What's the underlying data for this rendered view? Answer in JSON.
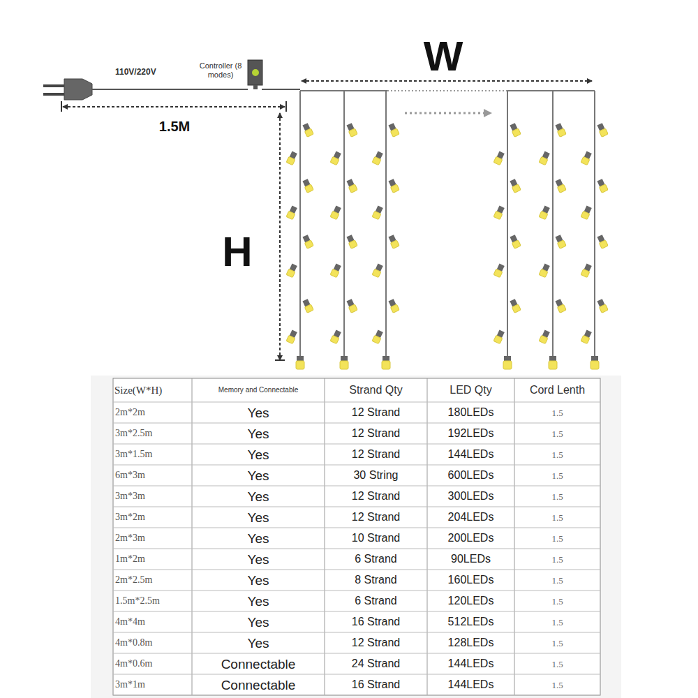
{
  "diagram": {
    "labels": [
      "110V/220V",
      "Controller (8 modes)",
      "W",
      "1.5M",
      "H",
      "Size(W*H)",
      "Memory and Connectable",
      "Strand Qty",
      "LED Qty",
      "Cord Lenth",
      "2m*2m",
      "Yes",
      "12 Strand",
      "180LEDs",
      "1.5",
      "3m*2.5m",
      "Yes",
      "12 Strand",
      "192LEDs",
      "1.5",
      "3m*1.5m",
      "Yes",
      "12 Strand",
      "144LEDs",
      "1.5",
      "6m*3m",
      "Yes",
      "30 String",
      "600LEDs",
      "1.5",
      "3m*3m",
      "Yes",
      "12 Strand",
      "300LEDs",
      "1.5",
      "3m*2m",
      "Yes",
      "12 Strand",
      "204LEDs",
      "1.5",
      "2m*3m",
      "Yes",
      "10 Strand",
      "200LEDs",
      "1.5",
      "1m*2m",
      "Yes",
      "6 Strand",
      "90LEDs",
      "1.5",
      "2m*2.5m",
      "Yes",
      "8 Strand",
      "160LEDs",
      "1.5",
      "1.5m*2.5m",
      "Yes",
      "6 Strand",
      "120LEDs",
      "1.5",
      "4m*4m",
      "Yes",
      "16 Strand",
      "512LEDs",
      "1.5",
      "4m*0.8m",
      "Yes",
      "12 Strand",
      "128LEDs",
      "1.5",
      "4m*0.6m",
      "Connectable",
      "24 Strand",
      "144LEDs",
      "1.5",
      "3m*1m",
      "Connectable",
      "16 Strand",
      "144LEDs",
      "1.5"
    ]
  }
}
